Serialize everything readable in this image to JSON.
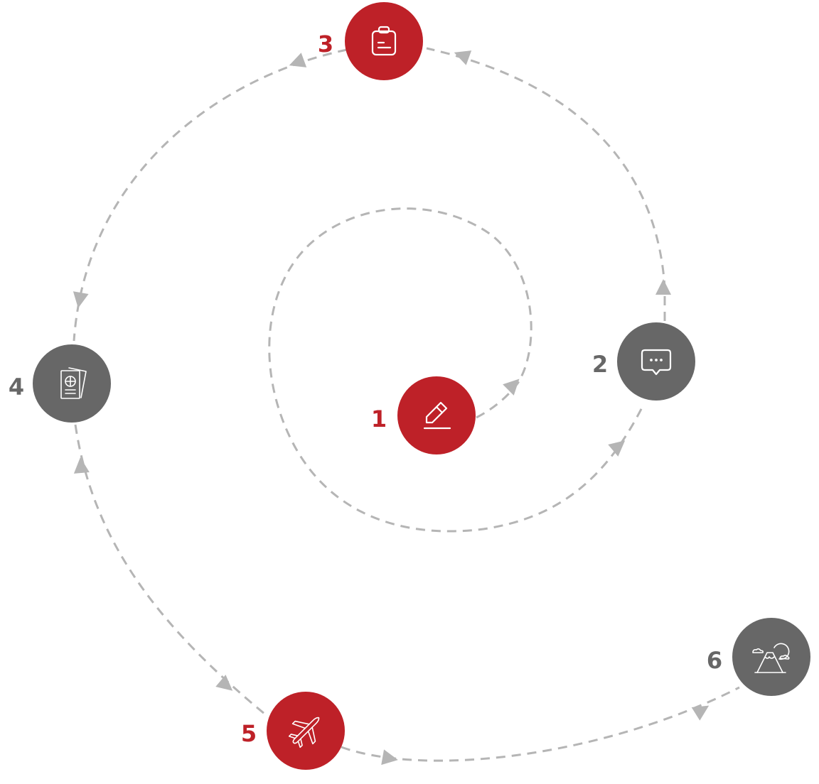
{
  "colors": {
    "red": "#BE2128",
    "gray": "#676767",
    "connector": "#B5B5B5"
  },
  "steps": [
    {
      "number": "1",
      "icon": "pencil-icon",
      "color": "red"
    },
    {
      "number": "2",
      "icon": "chat-bubble-icon",
      "color": "gray"
    },
    {
      "number": "3",
      "icon": "clipboard-icon",
      "color": "red"
    },
    {
      "number": "4",
      "icon": "passport-icon",
      "color": "gray"
    },
    {
      "number": "5",
      "icon": "airplane-icon",
      "color": "red"
    },
    {
      "number": "6",
      "icon": "mountain-icon",
      "color": "gray"
    }
  ]
}
